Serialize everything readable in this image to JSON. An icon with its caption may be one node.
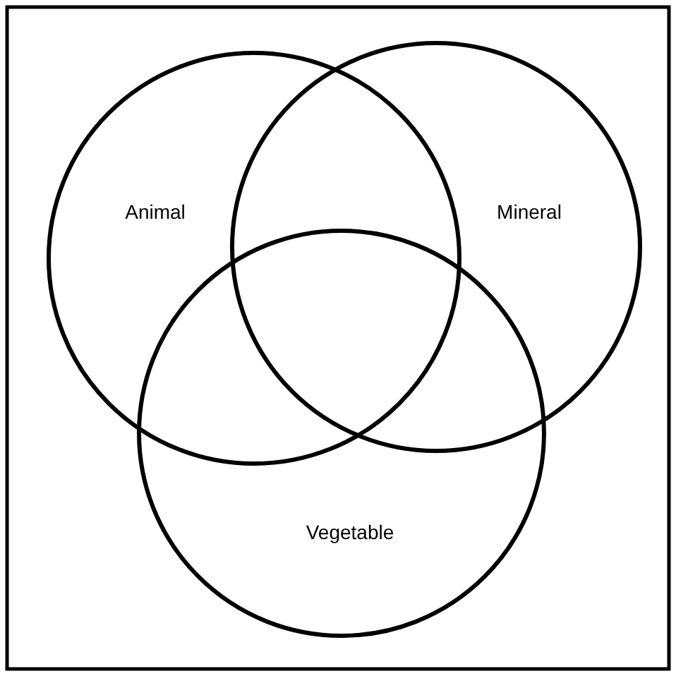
{
  "diagram": {
    "nodes": [
      {
        "text": [
          "Animal"
        ]
      },
      {
        "text": [
          "Mineral"
        ]
      },
      {
        "text": [
          "Vegetable"
        ]
      }
    ]
  }
}
